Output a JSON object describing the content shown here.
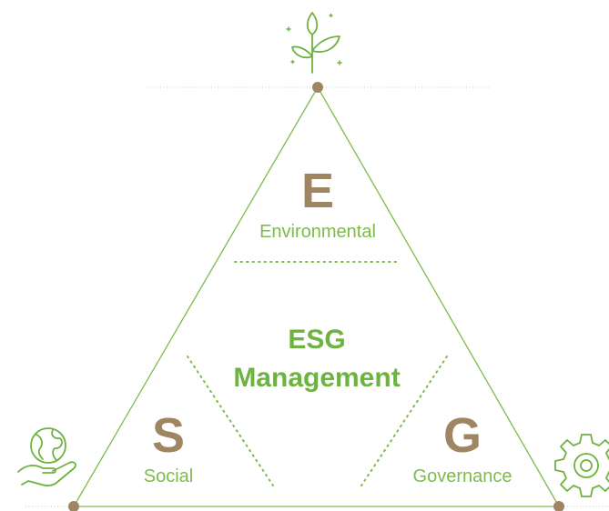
{
  "diagram": {
    "top": {
      "letter": "E",
      "label": "Environmental",
      "icon": "plant-sprout-icon"
    },
    "left": {
      "letter": "S",
      "label": "Social",
      "icon": "globe-in-hand-icon"
    },
    "right": {
      "letter": "G",
      "label": "Governance",
      "icon": "gear-icon"
    },
    "center": {
      "line1": "ESG",
      "line2": "Management"
    }
  },
  "colors": {
    "green": "#7dbb4a",
    "brown": "#a08563",
    "background": "#ffffff"
  }
}
